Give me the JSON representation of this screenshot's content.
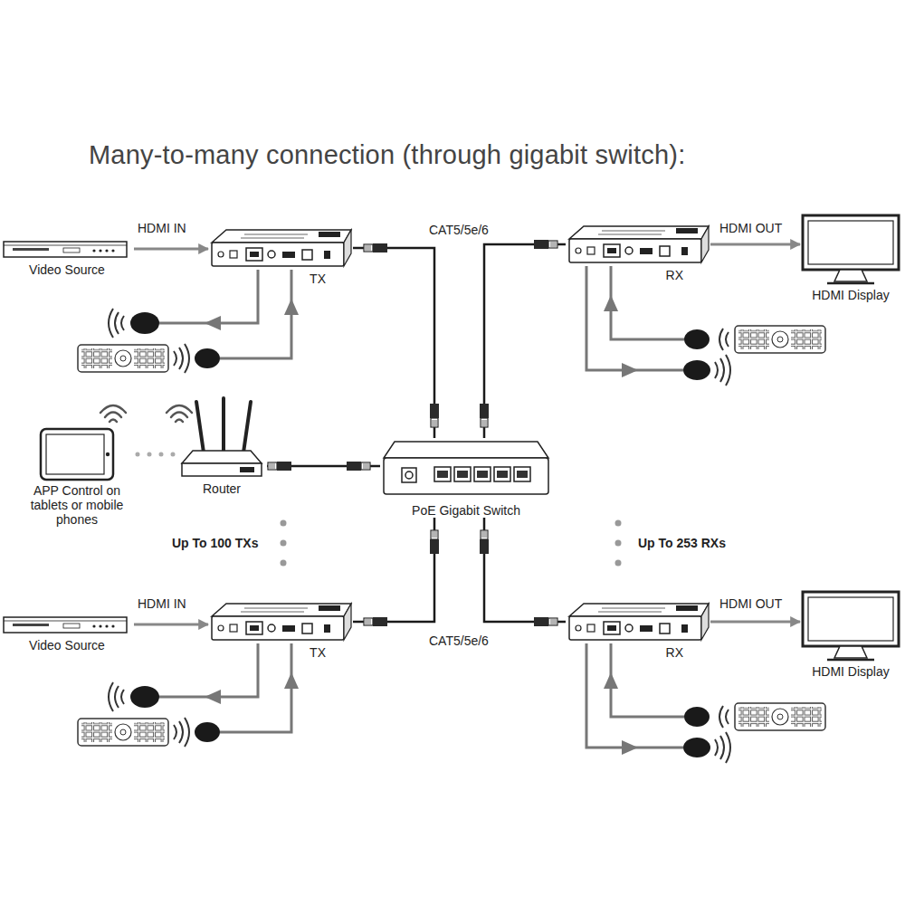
{
  "diagram": {
    "title": "Many-to-many connection (through gigabit switch):",
    "nodes": [
      {
        "text": [
          "Video Source"
        ]
      },
      {
        "text": [
          "TX"
        ]
      },
      {
        "text": [
          "RX"
        ]
      },
      {
        "text": [
          "HDMI Display"
        ]
      },
      {
        "text": [
          "APP Control on tablets or mobile phones"
        ]
      },
      {
        "text": [
          "Router"
        ]
      },
      {
        "text": [
          "PoE Gigabit Switch"
        ]
      },
      {
        "text": [
          "Video Source"
        ]
      },
      {
        "text": [
          "TX"
        ]
      },
      {
        "text": [
          "RX"
        ]
      },
      {
        "text": [
          "HDMI Display"
        ]
      }
    ],
    "edges": [
      {
        "from": 0,
        "to": 1,
        "arrow": "to",
        "label": "HDMI IN"
      },
      {
        "from": 1,
        "to": 6,
        "arrow": "none",
        "label": "CAT5/5e/6"
      },
      {
        "from": 2,
        "to": 6,
        "arrow": "none"
      },
      {
        "from": 2,
        "to": 3,
        "arrow": "to",
        "label": "HDMI OUT"
      },
      {
        "from": 4,
        "to": 5,
        "arrow": "none"
      },
      {
        "from": 5,
        "to": 6,
        "arrow": "none"
      },
      {
        "from": 7,
        "to": 8,
        "arrow": "to",
        "label": "HDMI IN"
      },
      {
        "from": 8,
        "to": 6,
        "arrow": "none",
        "label": "CAT5/5e/6"
      },
      {
        "from": 9,
        "to": 6,
        "arrow": "none"
      },
      {
        "from": 9,
        "to": 10,
        "arrow": "to",
        "label": "HDMI OUT"
      }
    ],
    "labels": [
      "Up To 100 TXs",
      "Up To 253 RXs"
    ]
  }
}
